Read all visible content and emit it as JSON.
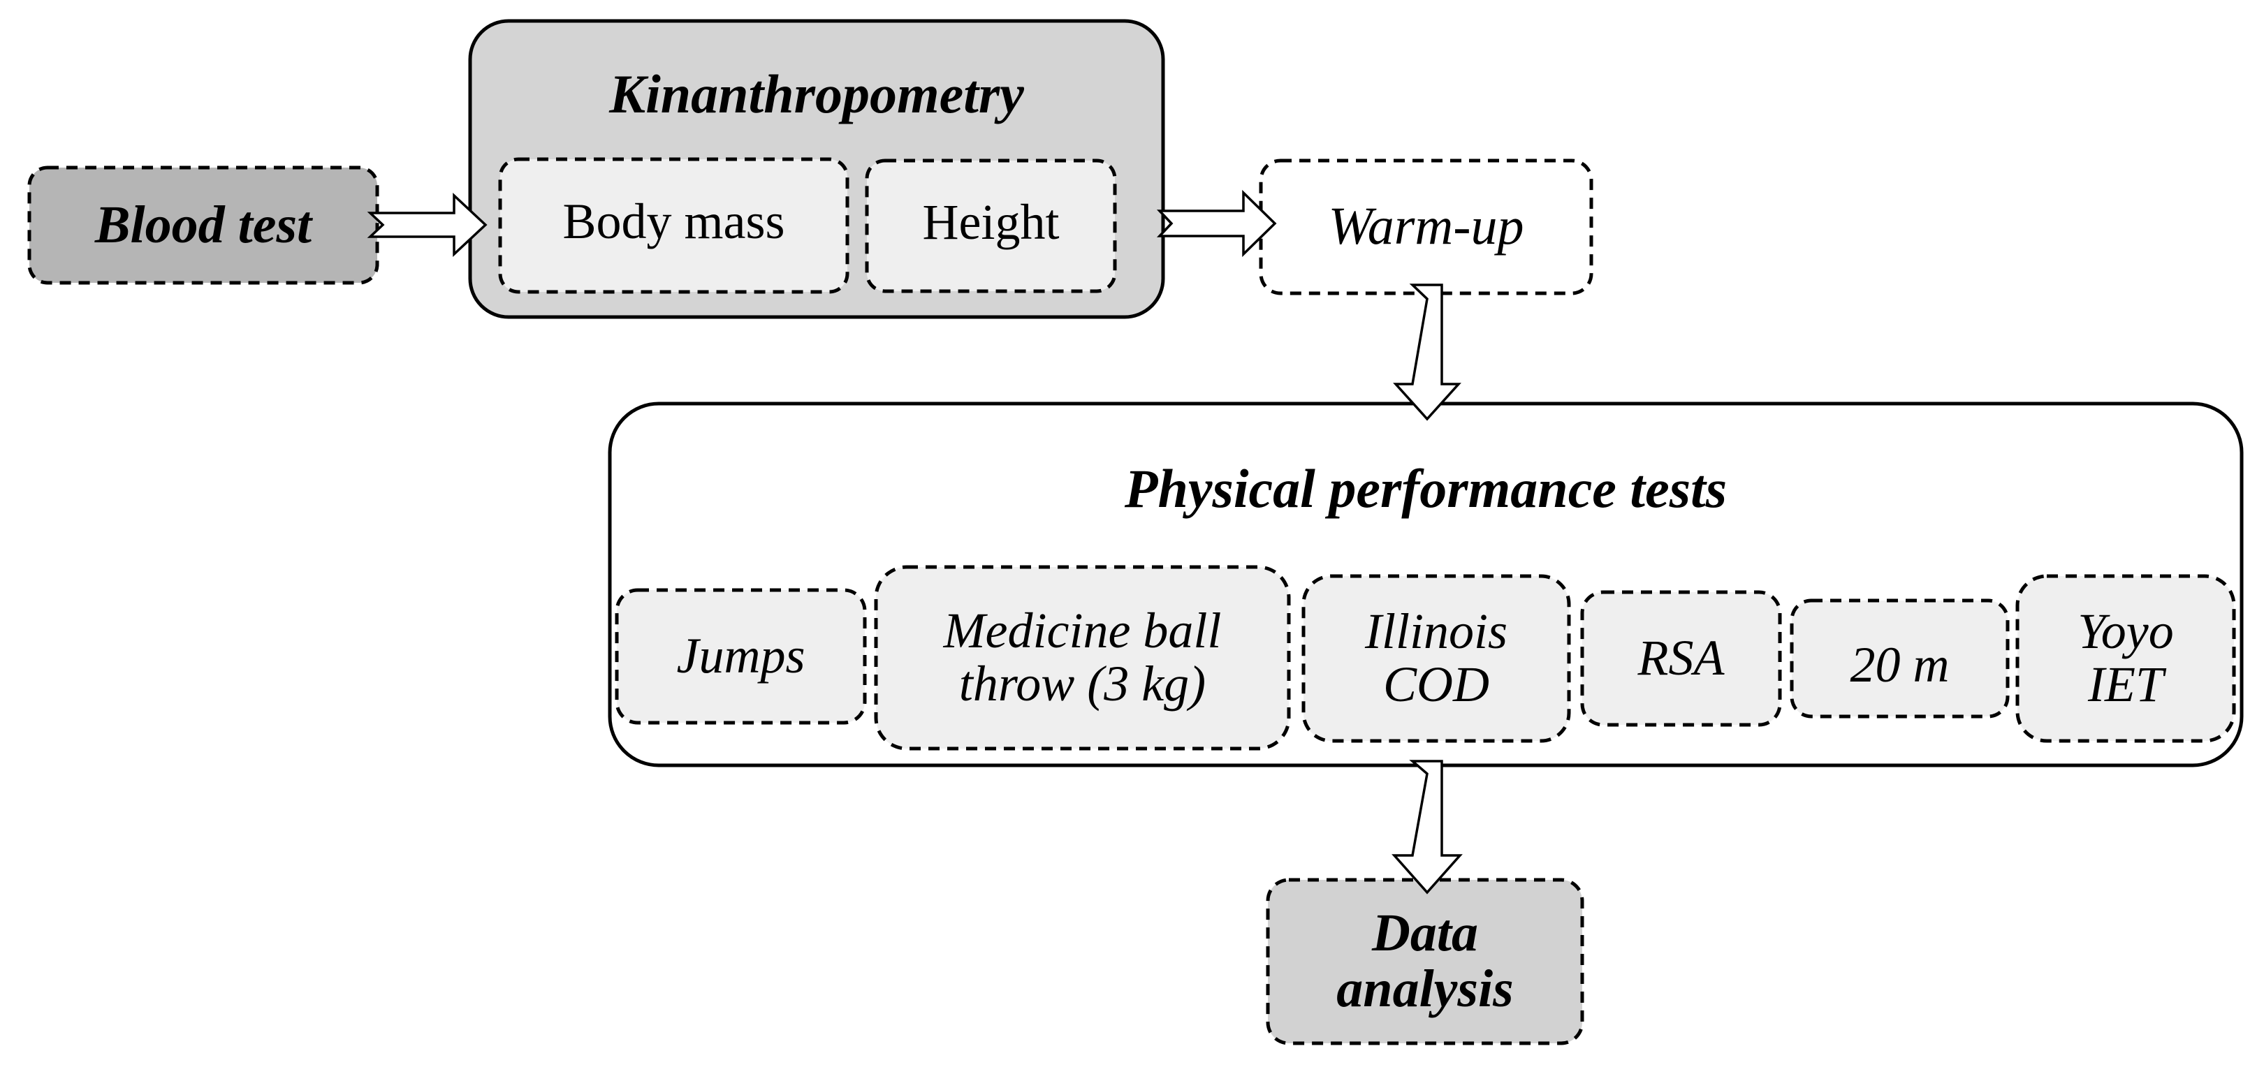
{
  "colors": {
    "dark_box_fill": "#b5b5b5",
    "group_fill": "#d4d4d4",
    "inner_fill": "#efefef",
    "white_fill": "#ffffff",
    "analysis_fill": "#d2d2d2",
    "stroke": "#000000"
  },
  "nodes": {
    "blood_test": "Blood test",
    "kinanthropometry": {
      "title": "Kinanthropometry",
      "items": [
        "Body mass",
        "Height"
      ]
    },
    "warm_up": "Warm-up",
    "physical_performance": {
      "title": "Physical performance tests",
      "items": [
        "Jumps",
        "Medicine ball\nthrow (3 kg)",
        "Illinois\nCOD",
        "RSA",
        "20 m",
        "Yoyo\nIET"
      ]
    },
    "data_analysis": "Data\nanalysis"
  },
  "edges": [
    {
      "from": "Blood test",
      "to": "Kinanthropometry"
    },
    {
      "from": "Kinanthropometry",
      "to": "Warm-up"
    },
    {
      "from": "Warm-up",
      "to": "Physical performance tests"
    },
    {
      "from": "Physical performance tests",
      "to": "Data analysis"
    }
  ]
}
